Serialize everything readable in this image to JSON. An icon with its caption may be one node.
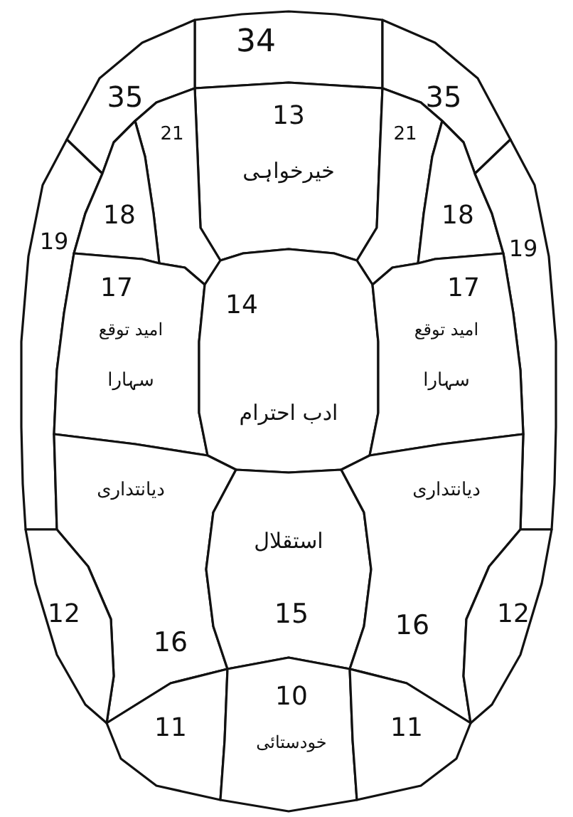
{
  "diagram": {
    "nodes": [
      {
        "text": [
          "34"
        ]
      },
      {
        "text": [
          "35"
        ]
      },
      {
        "text": [
          "35"
        ]
      },
      {
        "text": [
          "13",
          "خیرخواہی"
        ]
      },
      {
        "text": [
          "21"
        ]
      },
      {
        "text": [
          "21"
        ]
      },
      {
        "text": [
          "19"
        ]
      },
      {
        "text": [
          "18"
        ]
      },
      {
        "text": [
          "18"
        ]
      },
      {
        "text": [
          "19"
        ]
      },
      {
        "text": [
          "17",
          "امید توقع",
          "سہارا"
        ]
      },
      {
        "text": [
          "14",
          "ادب احترام"
        ]
      },
      {
        "text": [
          "17",
          "امید توقع",
          "سہارا"
        ]
      },
      {
        "text": [
          "دیانتداری",
          "16"
        ]
      },
      {
        "text": [
          "استقلال",
          "15"
        ]
      },
      {
        "text": [
          "دیانتداری",
          "16"
        ]
      },
      {
        "text": [
          "12"
        ]
      },
      {
        "text": [
          "11"
        ]
      },
      {
        "text": [
          "10",
          "خودستائی"
        ]
      },
      {
        "text": [
          "11"
        ]
      },
      {
        "text": [
          "12"
        ]
      }
    ]
  }
}
